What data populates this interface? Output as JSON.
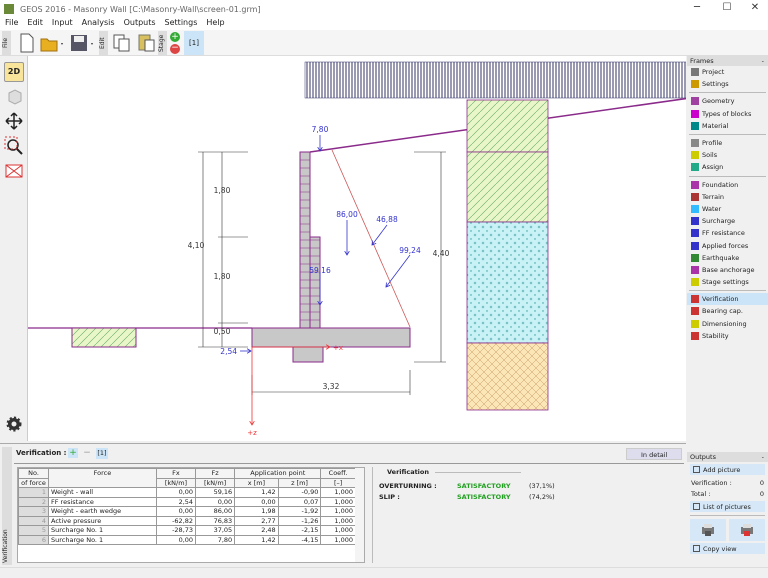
{
  "window": {
    "title": "GEOS 2016 - Masonry Wall [C:\\Masonry-Wall\\screen-01.grm]",
    "minimize": "─",
    "maximize": "☐",
    "close": "✕"
  },
  "menu": [
    "File",
    "Edit",
    "Input",
    "Analysis",
    "Outputs",
    "Settings",
    "Help"
  ],
  "toolbar": {
    "file_label": "File",
    "edit_label": "Edit",
    "stage_label": "Stage",
    "stage_button": "[1]"
  },
  "left_toolbar": {
    "view2d": "2D"
  },
  "drawing": {
    "dims": {
      "h_total": "4,10",
      "h1": "1,80",
      "h2": "1,80",
      "h3": "0,50",
      "h_right": "4,40",
      "width": "3,32"
    },
    "forces": {
      "surcharge_top": "7,80",
      "earth_wedge": "86,00",
      "surcharge": "46,88",
      "active": "99,24",
      "wall": "59,16",
      "ff": "2,54"
    },
    "axes": {
      "x": "+x",
      "z": "+z"
    }
  },
  "frames": {
    "title": "Frames",
    "collapse": "-",
    "groups": [
      [
        {
          "label": "Project",
          "color": "#777"
        },
        {
          "label": "Settings",
          "color": "#c90"
        }
      ],
      [
        {
          "label": "Geometry",
          "color": "#a040a0"
        },
        {
          "label": "Types of blocks",
          "color": "#c0c"
        },
        {
          "label": "Material",
          "color": "#088"
        }
      ],
      [
        {
          "label": "Profile",
          "color": "#888"
        },
        {
          "label": "Soils",
          "color": "#cc0"
        },
        {
          "label": "Assign",
          "color": "#2a8"
        }
      ],
      [
        {
          "label": "Foundation",
          "color": "#a3a"
        },
        {
          "label": "Terrain",
          "color": "#a33"
        },
        {
          "label": "Water",
          "color": "#3bf"
        },
        {
          "label": "Surcharge",
          "color": "#33c"
        },
        {
          "label": "FF resistance",
          "color": "#33c"
        },
        {
          "label": "Applied forces",
          "color": "#33c"
        },
        {
          "label": "Earthquake",
          "color": "#383"
        },
        {
          "label": "Base anchorage",
          "color": "#a3a"
        },
        {
          "label": "Stage settings",
          "color": "#cc0"
        }
      ],
      [
        {
          "label": "Verification",
          "color": "#c33",
          "active": true
        },
        {
          "label": "Bearing cap.",
          "color": "#c33"
        },
        {
          "label": "Dimensioning",
          "color": "#cc0"
        },
        {
          "label": "Stability",
          "color": "#c33"
        }
      ]
    ]
  },
  "verification_panel": {
    "tab_label": "Verification",
    "title": "Verification :",
    "stage_button": "[1]",
    "in_detail": "In detail",
    "headers": {
      "no": "No.",
      "of_force": "of force",
      "force": "Force",
      "fx": "Fx",
      "fz": "Fz",
      "fx_unit": "[kN/m]",
      "fz_unit": "[kN/m]",
      "app": "Application point",
      "x": "x [m]",
      "z": "z [m]",
      "coeff": "Coeff.",
      "coeff_unit": "[–]"
    },
    "rows": [
      [
        "1",
        "Weight - wall",
        "0,00",
        "59,16",
        "1,42",
        "-0,90",
        "1,000"
      ],
      [
        "2",
        "FF resistance",
        "2,54",
        "0,00",
        "0,00",
        "0,07",
        "1,000"
      ],
      [
        "3",
        "Weight - earth wedge",
        "0,00",
        "86,00",
        "1,98",
        "-1,92",
        "1,000"
      ],
      [
        "4",
        "Active pressure",
        "-62,82",
        "76,83",
        "2,77",
        "-1,26",
        "1,000"
      ],
      [
        "5",
        "Surcharge No. 1",
        "-28,73",
        "37,05",
        "2,48",
        "-2,15",
        "1,000"
      ],
      [
        "6",
        "Surcharge No. 1",
        "0,00",
        "7,80",
        "1,42",
        "-4,15",
        "1,000"
      ]
    ],
    "results": {
      "title": "Verification",
      "items": [
        {
          "label": "OVERTURNING :",
          "status": "SATISFACTORY",
          "value": "(37,1%)"
        },
        {
          "label": "SLIP :",
          "status": "SATISFACTORY",
          "value": "(74,2%)"
        }
      ],
      "ok_color": "#22a022"
    }
  },
  "outputs": {
    "title": "Outputs",
    "collapse": "-",
    "add_picture": "Add picture",
    "verification_label": "Verification :",
    "verification_count": "0",
    "total_label": "Total :",
    "total_count": "0",
    "list_pictures": "List of pictures",
    "copy_view": "Copy view"
  }
}
